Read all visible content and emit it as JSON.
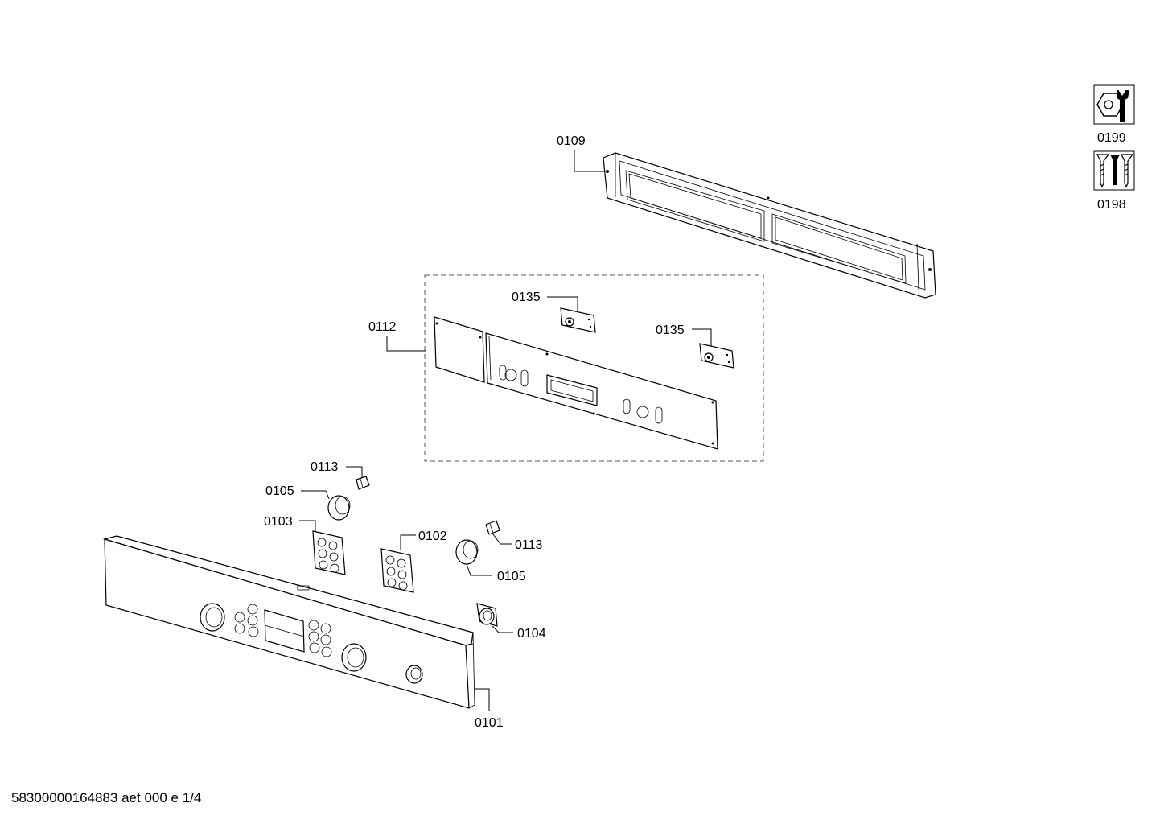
{
  "parts": {
    "p0109": "0109",
    "p0112": "0112",
    "p0135a": "0135",
    "p0135b": "0135",
    "p0113a": "0113",
    "p0113b": "0113",
    "p0105a": "0105",
    "p0105b": "0105",
    "p0103": "0103",
    "p0102": "0102",
    "p0104": "0104",
    "p0101": "0101"
  },
  "side_icons": {
    "tool_label": "0199",
    "screws_label": "0198",
    "tool_icon": "wrench-nut-icon",
    "screws_icon": "screws-icon"
  },
  "footer": {
    "doc_id": "58300000164883 aet 000 e 1/4"
  }
}
